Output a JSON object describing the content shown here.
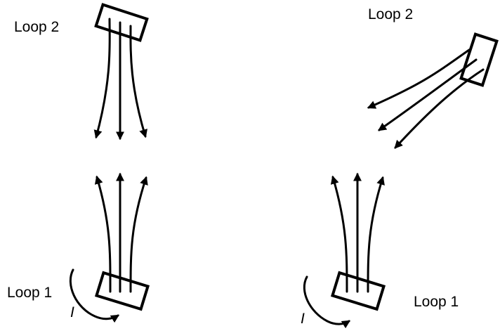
{
  "left_diagram": {
    "loop_top_label": "Loop 2",
    "loop_bottom_label": "Loop 1",
    "current_label": "I"
  },
  "right_diagram": {
    "loop_top_label": "Loop 2",
    "loop_bottom_label": "Loop 1",
    "current_label": "I"
  },
  "colors": {
    "ink": "#000000",
    "background": "#ffffff"
  }
}
